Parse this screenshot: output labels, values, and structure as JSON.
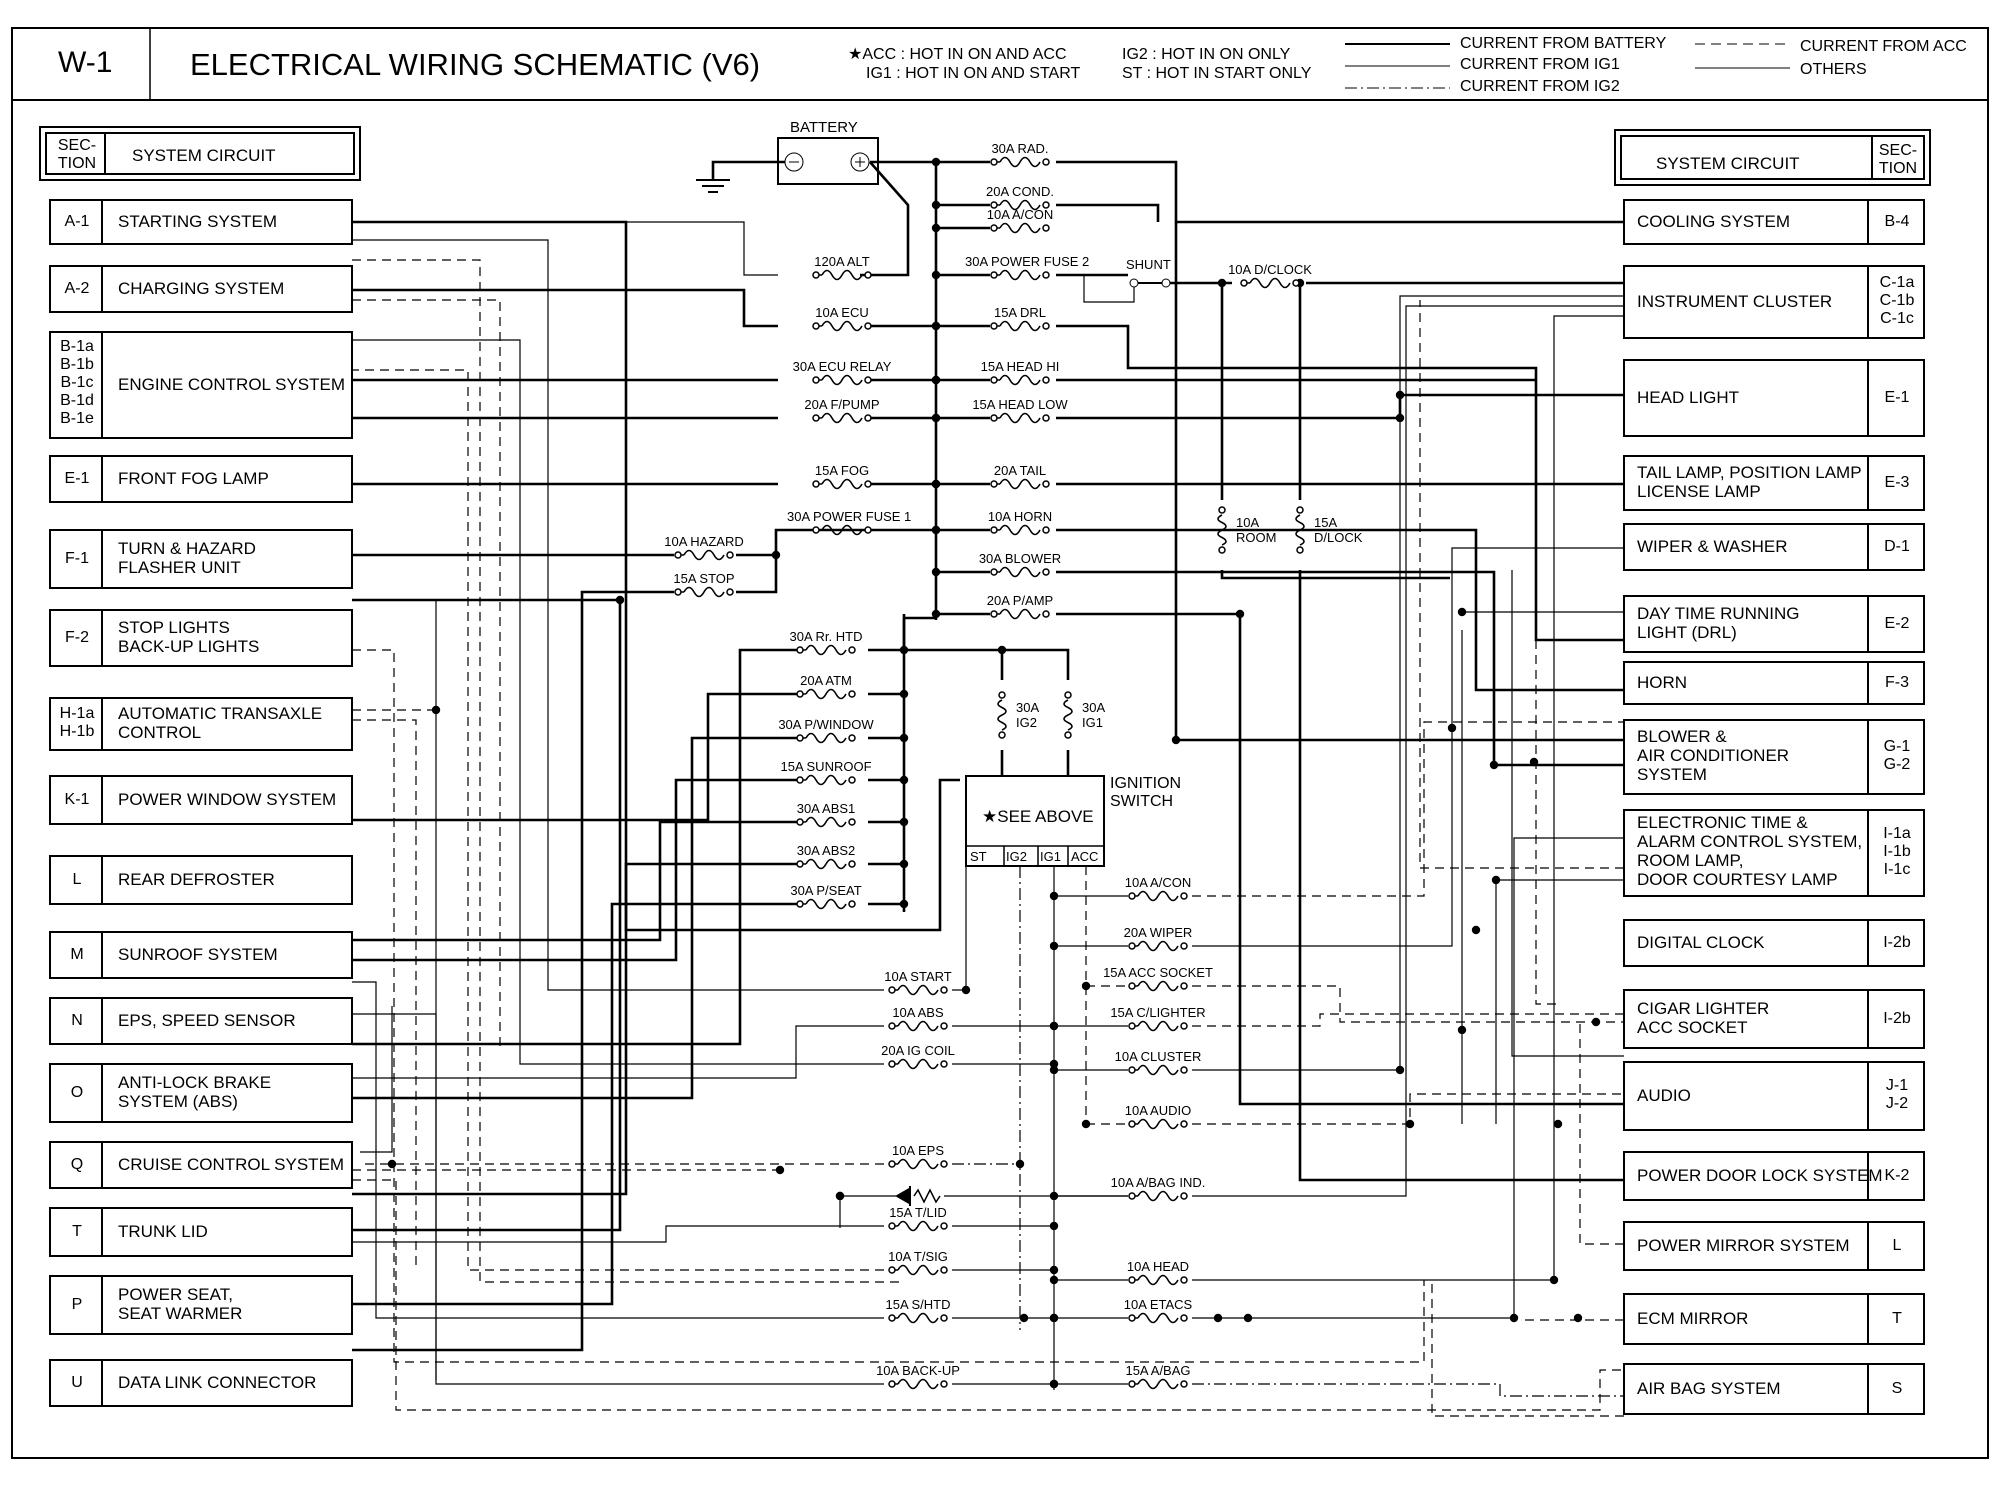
{
  "header": {
    "code": "W-1",
    "title": "ELECTRICAL WIRING SCHEMATIC (V6)",
    "notes": [
      "★ACC : HOT IN ON AND ACC",
      "IG1  : HOT IN ON AND START",
      "IG2 : HOT IN ON ONLY",
      "ST  : HOT IN START ONLY"
    ],
    "legend": [
      {
        "label": "CURRENT FROM BATTERY",
        "style": "solid"
      },
      {
        "label": "CURRENT FROM IG1",
        "style": "thin"
      },
      {
        "label": "CURRENT FROM IG2",
        "style": "dash-dot"
      },
      {
        "label": "CURRENT FROM ACC",
        "style": "dashed"
      },
      {
        "label": "OTHERS",
        "style": "thin"
      }
    ]
  },
  "left_header": {
    "section": "SEC-\nTION",
    "title": "SYSTEM CIRCUIT"
  },
  "right_header": {
    "section": "SEC-\nTION",
    "title": "SYSTEM CIRCUIT"
  },
  "left_systems": [
    {
      "section": "A-1",
      "name": "STARTING SYSTEM"
    },
    {
      "section": "A-2",
      "name": "CHARGING SYSTEM"
    },
    {
      "section": "B-1a\nB-1b\nB-1c\nB-1d\nB-1e",
      "name": "ENGINE CONTROL SYSTEM"
    },
    {
      "section": "E-1",
      "name": "FRONT FOG LAMP"
    },
    {
      "section": "F-1",
      "name": "TURN & HAZARD\nFLASHER UNIT"
    },
    {
      "section": "F-2",
      "name": "STOP LIGHTS\nBACK-UP LIGHTS"
    },
    {
      "section": "H-1a\nH-1b",
      "name": "AUTOMATIC TRANSAXLE\nCONTROL"
    },
    {
      "section": "K-1",
      "name": "POWER WINDOW SYSTEM"
    },
    {
      "section": "L",
      "name": "REAR DEFROSTER"
    },
    {
      "section": "M",
      "name": "SUNROOF SYSTEM"
    },
    {
      "section": "N",
      "name": "EPS, SPEED SENSOR"
    },
    {
      "section": "O",
      "name": "ANTI-LOCK BRAKE\nSYSTEM (ABS)"
    },
    {
      "section": "Q",
      "name": "CRUISE CONTROL SYSTEM"
    },
    {
      "section": "T",
      "name": "TRUNK LID"
    },
    {
      "section": "P",
      "name": "POWER SEAT,\nSEAT WARMER"
    },
    {
      "section": "U",
      "name": "DATA LINK CONNECTOR"
    }
  ],
  "right_systems": [
    {
      "section": "B-4",
      "name": "COOLING SYSTEM"
    },
    {
      "section": "C-1a\nC-1b\nC-1c",
      "name": "INSTRUMENT CLUSTER"
    },
    {
      "section": "E-1",
      "name": "HEAD LIGHT"
    },
    {
      "section": "E-3",
      "name": "TAIL LAMP, POSITION LAMP\nLICENSE LAMP"
    },
    {
      "section": "D-1",
      "name": "WIPER & WASHER"
    },
    {
      "section": "E-2",
      "name": "DAY TIME RUNNING\nLIGHT (DRL)"
    },
    {
      "section": "F-3",
      "name": "HORN"
    },
    {
      "section": "G-1\nG-2",
      "name": "BLOWER &\nAIR CONDITIONER\nSYSTEM"
    },
    {
      "section": "I-1a\nI-1b\nI-1c",
      "name": "ELECTRONIC TIME &\nALARM CONTROL SYSTEM,\nROOM LAMP,\nDOOR COURTESY LAMP"
    },
    {
      "section": "I-2b",
      "name": "DIGITAL CLOCK"
    },
    {
      "section": "I-2b",
      "name": "CIGAR LIGHTER\nACC SOCKET"
    },
    {
      "section": "J-1\nJ-2",
      "name": "AUDIO"
    },
    {
      "section": "K-2",
      "name": "POWER DOOR LOCK SYSTEM"
    },
    {
      "section": "L",
      "name": "POWER MIRROR SYSTEM"
    },
    {
      "section": "T",
      "name": "ECM MIRROR"
    },
    {
      "section": "S",
      "name": "AIR BAG SYSTEM"
    }
  ],
  "battery": {
    "label": "BATTERY"
  },
  "ignition": {
    "label": "IGNITION\nSWITCH",
    "box_text": "★SEE ABOVE",
    "terminals": [
      "ST",
      "IG2",
      "IG1",
      "ACC"
    ]
  },
  "shunt": {
    "label": "SHUNT"
  },
  "fuses_main_left": [
    "120A ALT",
    "10A ECU",
    "30A ECU RELAY",
    "20A F/PUMP",
    "15A FOG",
    "30A POWER FUSE 1",
    "10A HAZARD",
    "15A STOP"
  ],
  "fuses_main_right": [
    "30A RAD.",
    "20A COND.",
    "10A A/CON",
    "30A POWER FUSE 2",
    "15A DRL",
    "15A HEAD HI",
    "15A HEAD LOW",
    "20A TAIL",
    "10A HORN",
    "30A BLOWER",
    "20A P/AMP",
    "10A D/CLOCK"
  ],
  "fuses_vertical": [
    "10A\nROOM",
    "15A\nD/LOCK",
    "30A\nIG2",
    "30A\nIG1"
  ],
  "fuses_pf1": [
    "30A Rr. HTD",
    "20A ATM",
    "30A P/WINDOW",
    "15A SUNROOF",
    "30A ABS1",
    "30A ABS2",
    "30A P/SEAT"
  ],
  "fuses_lower_left": [
    "10A START",
    "10A ABS",
    "20A IG COIL",
    "10A EPS",
    "15A T/LID",
    "10A T/SIG",
    "15A S/HTD",
    "10A BACK-UP"
  ],
  "fuses_lower_right": [
    "10A A/CON",
    "20A WIPER",
    "15A ACC SOCKET",
    "15A C/LIGHTER",
    "10A CLUSTER",
    "10A AUDIO",
    "10A A/BAG IND.",
    "10A HEAD",
    "10A ETACS",
    "15A A/BAG"
  ]
}
